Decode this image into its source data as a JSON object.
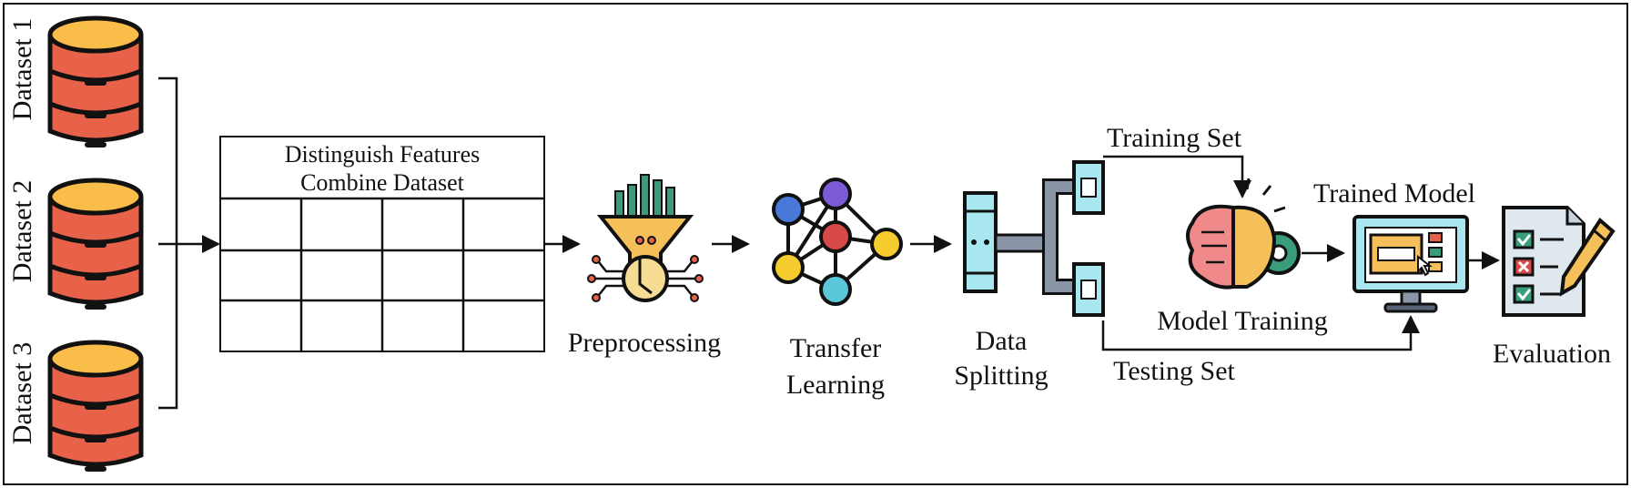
{
  "datasets": [
    {
      "label": "Dataset 1",
      "icon": "database-icon"
    },
    {
      "label": "Dataset 2",
      "icon": "database-icon"
    },
    {
      "label": "Dataset 3",
      "icon": "database-icon"
    }
  ],
  "table": {
    "title_line1": "Distinguish Features",
    "title_line2": "Combine Dataset"
  },
  "steps": {
    "preprocessing": "Preprocessing",
    "transfer_line1": "Transfer",
    "transfer_line2": "Learning",
    "split_line1": "Data",
    "split_line2": "Splitting",
    "training_set": "Training Set",
    "testing_set": "Testing Set",
    "model_training": "Model Training",
    "trained_model": "Trained Model",
    "evaluation": "Evaluation"
  },
  "icons": {
    "preprocessing": "funnel-chip-icon",
    "transfer": "neural-network-icon",
    "split": "data-split-icon",
    "brain": "brain-gear-icon",
    "monitor": "monitor-icon",
    "report": "checklist-icon"
  },
  "colors": {
    "db_red": "#e8624a",
    "db_top": "#fbbd4a",
    "accent_teal": "#3a9d7a",
    "node_blue": "#4a78d8",
    "node_purple": "#7b5cd6",
    "node_red": "#d84a4a",
    "node_yellow": "#f5cc2e",
    "node_cyan": "#5ac8d8"
  }
}
